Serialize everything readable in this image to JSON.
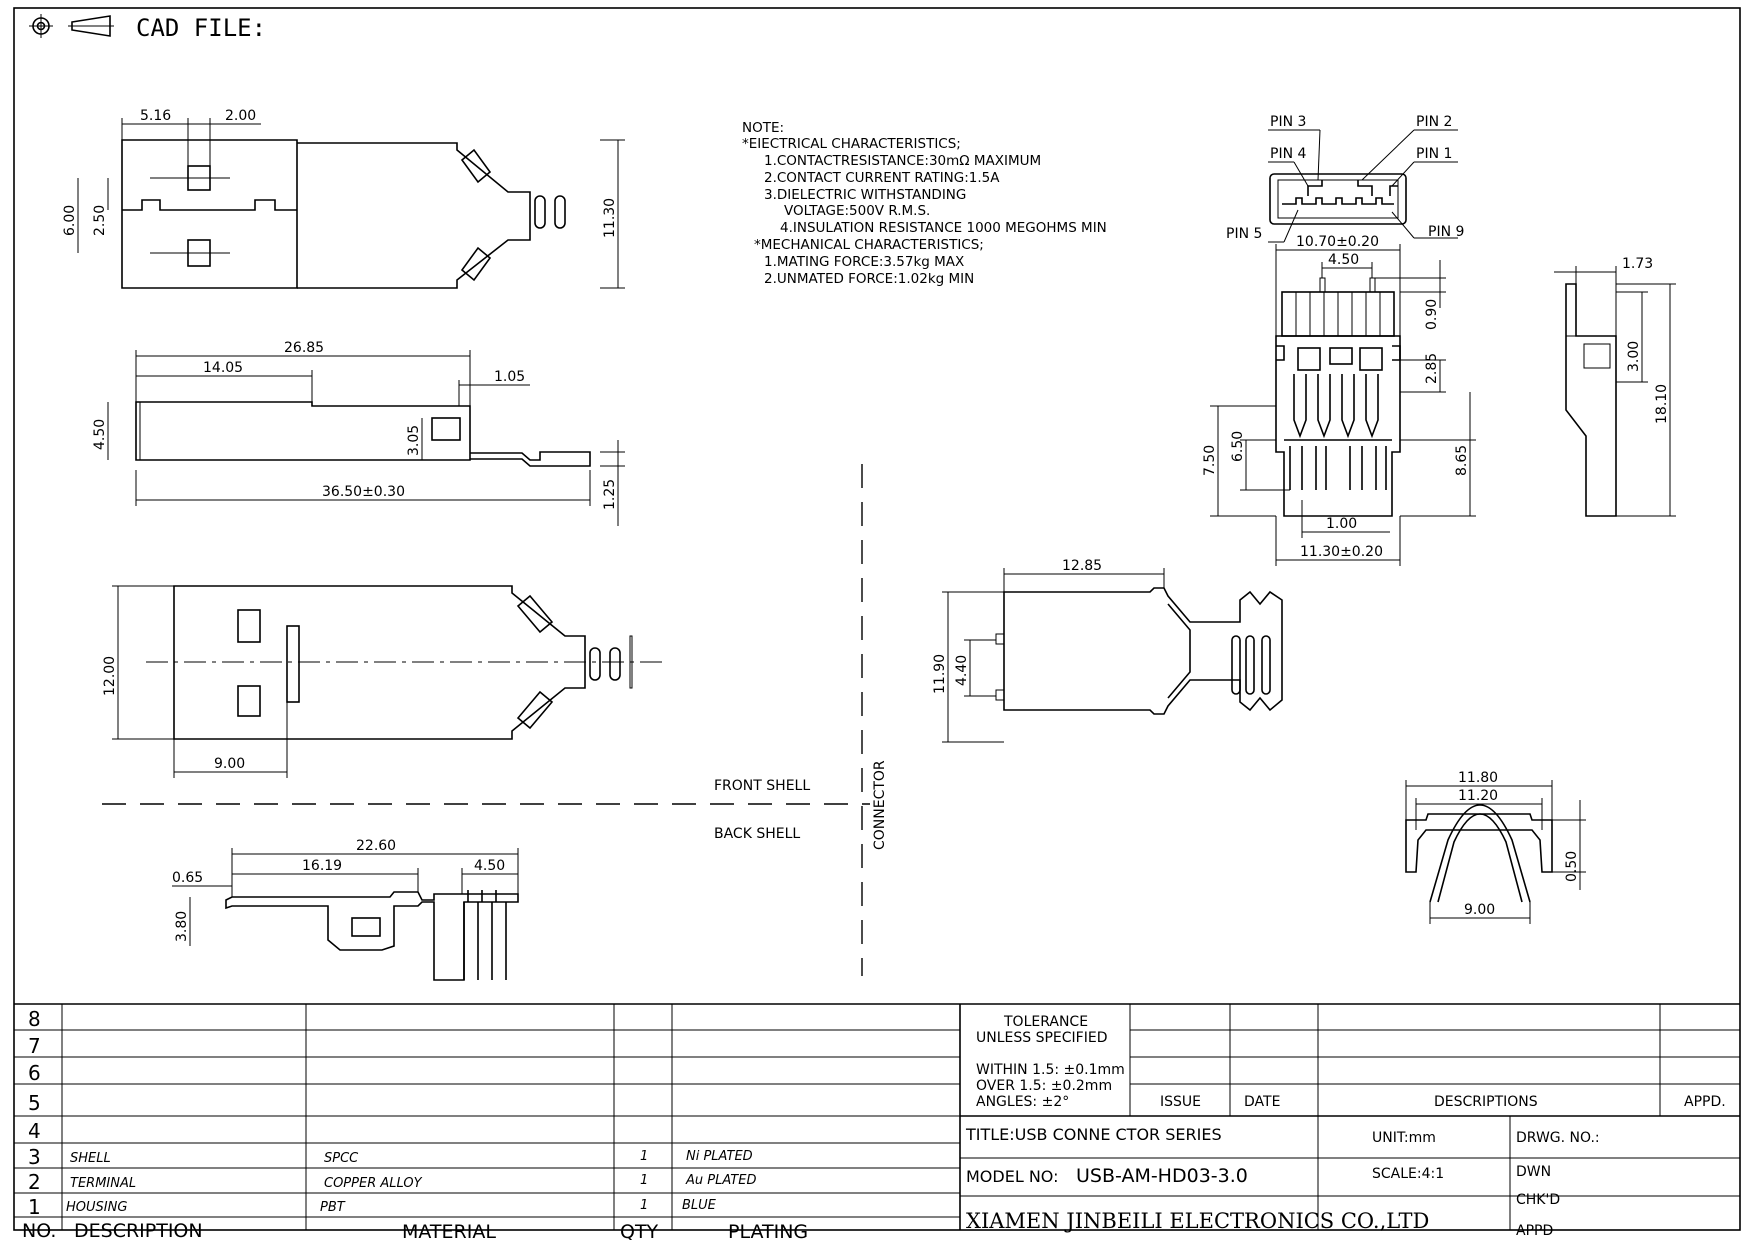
{
  "header": {
    "title": "CAD FILE:",
    "icons": [
      "crosshair-circle-icon",
      "projection-cone-icon"
    ]
  },
  "notes": {
    "heading": "NOTE:",
    "lines": [
      "*EIECTRICAL  CHARACTERISTICS;",
      "1.CONTACTRESISTANCE:30mΩ  MAXIMUM",
      "2.CONTACT  CURRENT  RATING:1.5A",
      "3.DIELECTRIC  WITHSTANDING",
      "VOLTAGE:500V  R.M.S.",
      "4.INSULATION  RESISTANCE  1000  MEGOHMS  MIN",
      "*MECHANICAL  CHARACTERISTICS;",
      "1.MATING  FORCE:3.57kg  MAX",
      "2.UNMATED  FORCE:1.02kg  MIN"
    ]
  },
  "views": {
    "top_view": {
      "dims": [
        "5.16",
        "2.00",
        "6.00",
        "2.50",
        "11.30"
      ]
    },
    "side_view": {
      "dims": [
        "26.85",
        "14.05",
        "1.05",
        "4.50",
        "3.05",
        "36.50±0.30",
        "1.25"
      ]
    },
    "plan_view": {
      "dims": [
        "12.00",
        "9.00"
      ]
    },
    "back_shell_side": {
      "dims": [
        "22.60",
        "0.65",
        "16.19",
        "4.50",
        "3.80"
      ]
    },
    "front_end": {
      "pins": [
        "PIN  3",
        "PIN  2",
        "PIN  4",
        "PIN  1",
        "PIN  5",
        "PIN  9"
      ],
      "dims": [
        "10.70±0.20",
        "4.50",
        "0.90",
        "2.85",
        "7.50",
        "6.50",
        "8.65",
        "1.00",
        "11.30±0.20"
      ]
    },
    "profile_view": {
      "dims": [
        "1.73",
        "3.00",
        "18.10"
      ]
    },
    "back_shell_plan": {
      "dims": [
        "12.85",
        "11.90",
        "4.40"
      ]
    },
    "back_shell_end": {
      "dims": [
        "11.80",
        "11.20",
        "0.50",
        "9.00"
      ]
    },
    "section_labels": {
      "front": "FRONT  SHELL",
      "back": "BACK  SHELL",
      "connector": "CONNECTOR"
    }
  },
  "bom": {
    "row_numbers": [
      "8",
      "7",
      "6",
      "5",
      "4",
      "3",
      "2",
      "1"
    ],
    "items": [
      {
        "desc": "SHELL",
        "material": "SPCC",
        "qty": "1",
        "plating": "Ni PLATED"
      },
      {
        "desc": "TERMINAL",
        "material": "COPPER  ALLOY",
        "qty": "1",
        "plating": "Au  PLATED"
      },
      {
        "desc": "HOUSING",
        "material": "PBT",
        "qty": "1",
        "plating": "BLUE"
      }
    ],
    "headers": {
      "no": "NO.",
      "description": "DESCRIPTION",
      "material": "MATERIAL",
      "qty": "QTY",
      "plating": "PLATING"
    }
  },
  "title_block": {
    "tolerance_title": [
      "TOLERANCE",
      "UNLESS  SPECIFIED"
    ],
    "tolerance_values": [
      "WITHIN  1.5: ±0.1mm",
      "OVER  1.5:  ±0.2mm",
      "ANGLES: ±2°"
    ],
    "revision_headers": {
      "issue": "ISSUE",
      "date": "DATE",
      "descriptions": "DESCRIPTIONS",
      "appd": "APPD."
    },
    "title": "TITLE:USB  CONNE  CTOR  SERIES",
    "unit": "UNIT:mm",
    "drwg_no": "DRWG.  NO.:",
    "model_label": "MODEL  NO:",
    "model_no": "USB-AM-HD03-3.0",
    "scale": "SCALE:4:1",
    "dwn": "DWN",
    "chkd": "CHK'D",
    "appd": "APPD",
    "company": "XIAMEN  JINBEILI  ELECTRONICS  CO.,LTD"
  }
}
